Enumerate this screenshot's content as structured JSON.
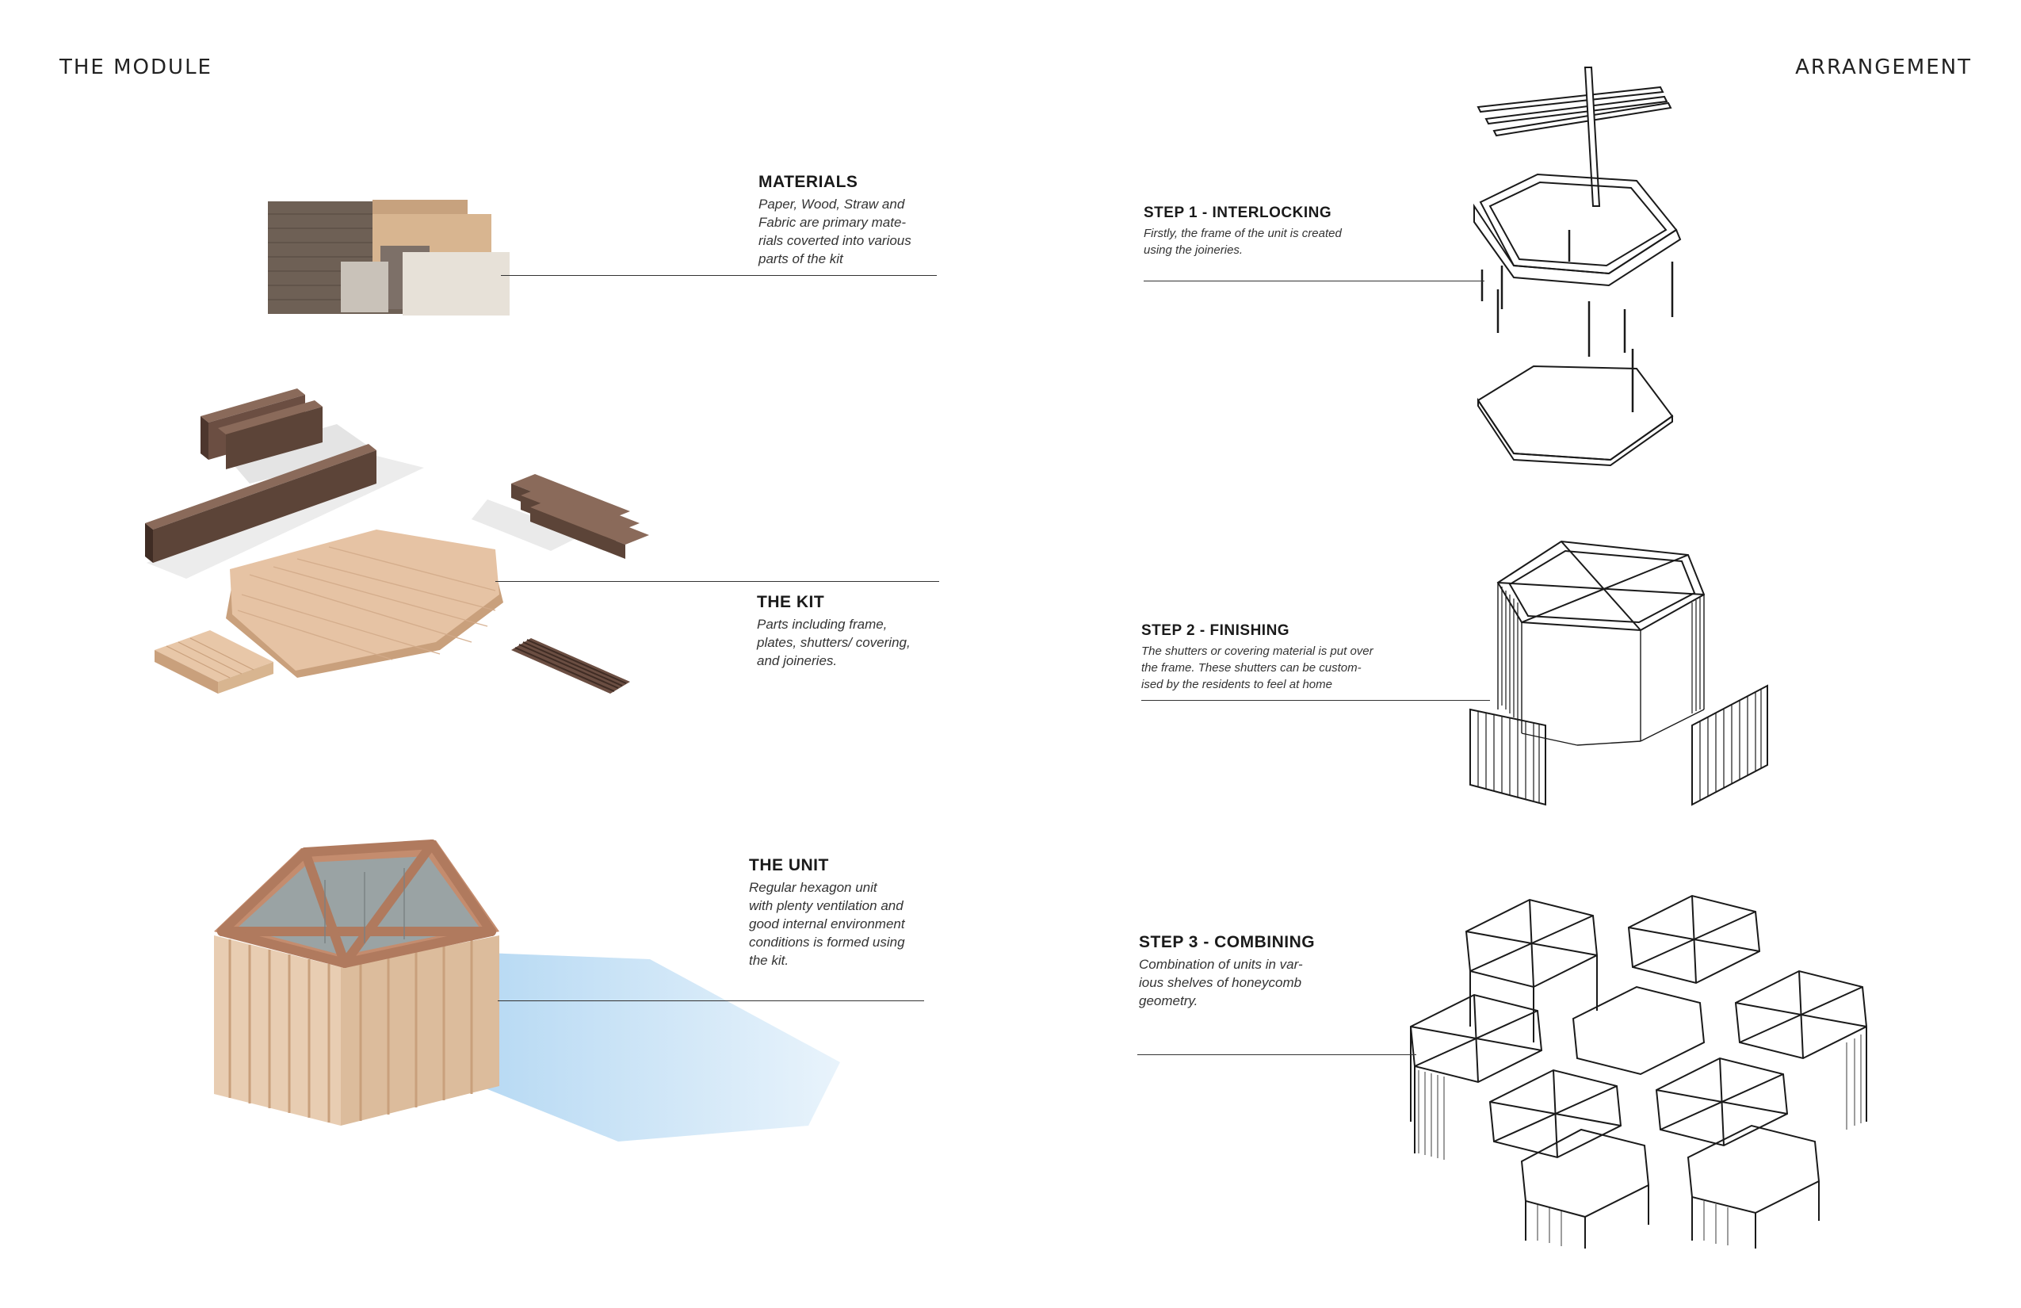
{
  "left": {
    "title": "THE MODULE",
    "materials": {
      "heading": "MATERIALS",
      "lines": [
        "Paper, Wood, Straw and",
        "Fabric are primary mate-",
        "rials coverted into various",
        "parts of the kit"
      ]
    },
    "kit": {
      "heading": "THE KIT",
      "lines": [
        "Parts including frame,",
        "plates, shutters/ covering,",
        "and joineries."
      ]
    },
    "unit": {
      "heading": "THE UNIT",
      "lines": [
        "Regular hexagon unit",
        "with plenty ventilation and",
        "good internal environment",
        "conditions is formed using",
        "the kit."
      ]
    }
  },
  "right": {
    "title": "ARRANGEMENT",
    "step1": {
      "heading": "STEP 1 - INTERLOCKING",
      "lines": [
        "Firstly, the frame of the unit is created",
        "using the joineries."
      ]
    },
    "step2": {
      "heading": "STEP 2 - FINISHING",
      "lines": [
        "The shutters or covering material is put over",
        "the frame. These shutters can be custom-",
        "ised by the residents to feel at home"
      ]
    },
    "step3": {
      "heading": "STEP 3 - COMBINING",
      "lines": [
        "Combination of units in var-",
        "ious shelves of honeycomb",
        "geometry."
      ]
    }
  },
  "colors": {
    "wood_light": "#e6c3a4",
    "wood_dark": "#5c4438",
    "shadow_blue": "#cfe6f6",
    "line_art": "#1a1a1a"
  }
}
